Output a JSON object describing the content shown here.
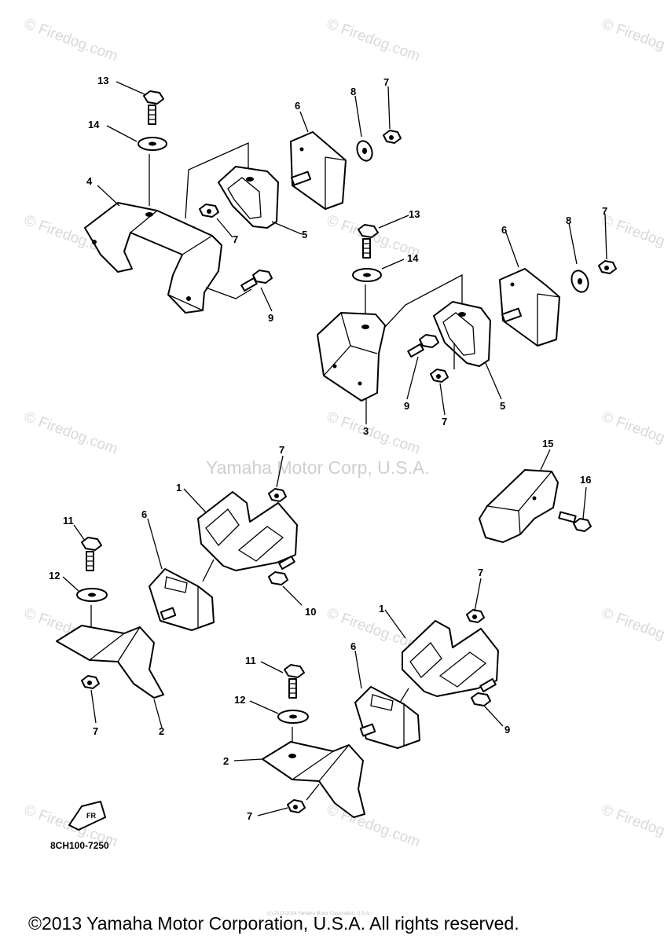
{
  "watermarks": {
    "firedog": "© Firedog.com",
    "center": "Yamaha Motor Corp, U.S.A.",
    "tiny": "(c) 2013-2014 Yamaha Motor Corporation, U.S.A."
  },
  "callouts": [
    {
      "label": "13",
      "part": "bolt"
    },
    {
      "label": "14",
      "part": "washer"
    },
    {
      "label": "6",
      "part": "engine-mount"
    },
    {
      "label": "8",
      "part": "washer"
    },
    {
      "label": "7",
      "part": "nut"
    },
    {
      "label": "4",
      "part": "bracket"
    },
    {
      "label": "7",
      "part": "nut"
    },
    {
      "label": "5",
      "part": "bracket"
    },
    {
      "label": "9",
      "part": "bolt"
    },
    {
      "label": "13",
      "part": "bolt"
    },
    {
      "label": "14",
      "part": "washer"
    },
    {
      "label": "6",
      "part": "engine-mount"
    },
    {
      "label": "8",
      "part": "washer"
    },
    {
      "label": "7",
      "part": "nut"
    },
    {
      "label": "9",
      "part": "bolt"
    },
    {
      "label": "3",
      "part": "bracket"
    },
    {
      "label": "7",
      "part": "nut"
    },
    {
      "label": "5",
      "part": "bracket"
    },
    {
      "label": "7",
      "part": "nut"
    },
    {
      "label": "1",
      "part": "bracket"
    },
    {
      "label": "15",
      "part": "mount"
    },
    {
      "label": "16",
      "part": "bolt"
    },
    {
      "label": "11",
      "part": "bolt"
    },
    {
      "label": "6",
      "part": "engine-mount"
    },
    {
      "label": "12",
      "part": "washer"
    },
    {
      "label": "10",
      "part": "bolt"
    },
    {
      "label": "7",
      "part": "nut"
    },
    {
      "label": "2",
      "part": "bracket"
    },
    {
      "label": "7",
      "part": "nut"
    },
    {
      "label": "1",
      "part": "bracket"
    },
    {
      "label": "6",
      "part": "engine-mount"
    },
    {
      "label": "11",
      "part": "bolt"
    },
    {
      "label": "12",
      "part": "washer"
    },
    {
      "label": "9",
      "part": "bolt"
    },
    {
      "label": "2",
      "part": "bracket"
    },
    {
      "label": "7",
      "part": "nut"
    }
  ],
  "fr_mark": "FR",
  "diagram_code": "8CH100-7250",
  "copyright": "©2013 Yamaha Motor Corporation, U.S.A. All rights reserved."
}
